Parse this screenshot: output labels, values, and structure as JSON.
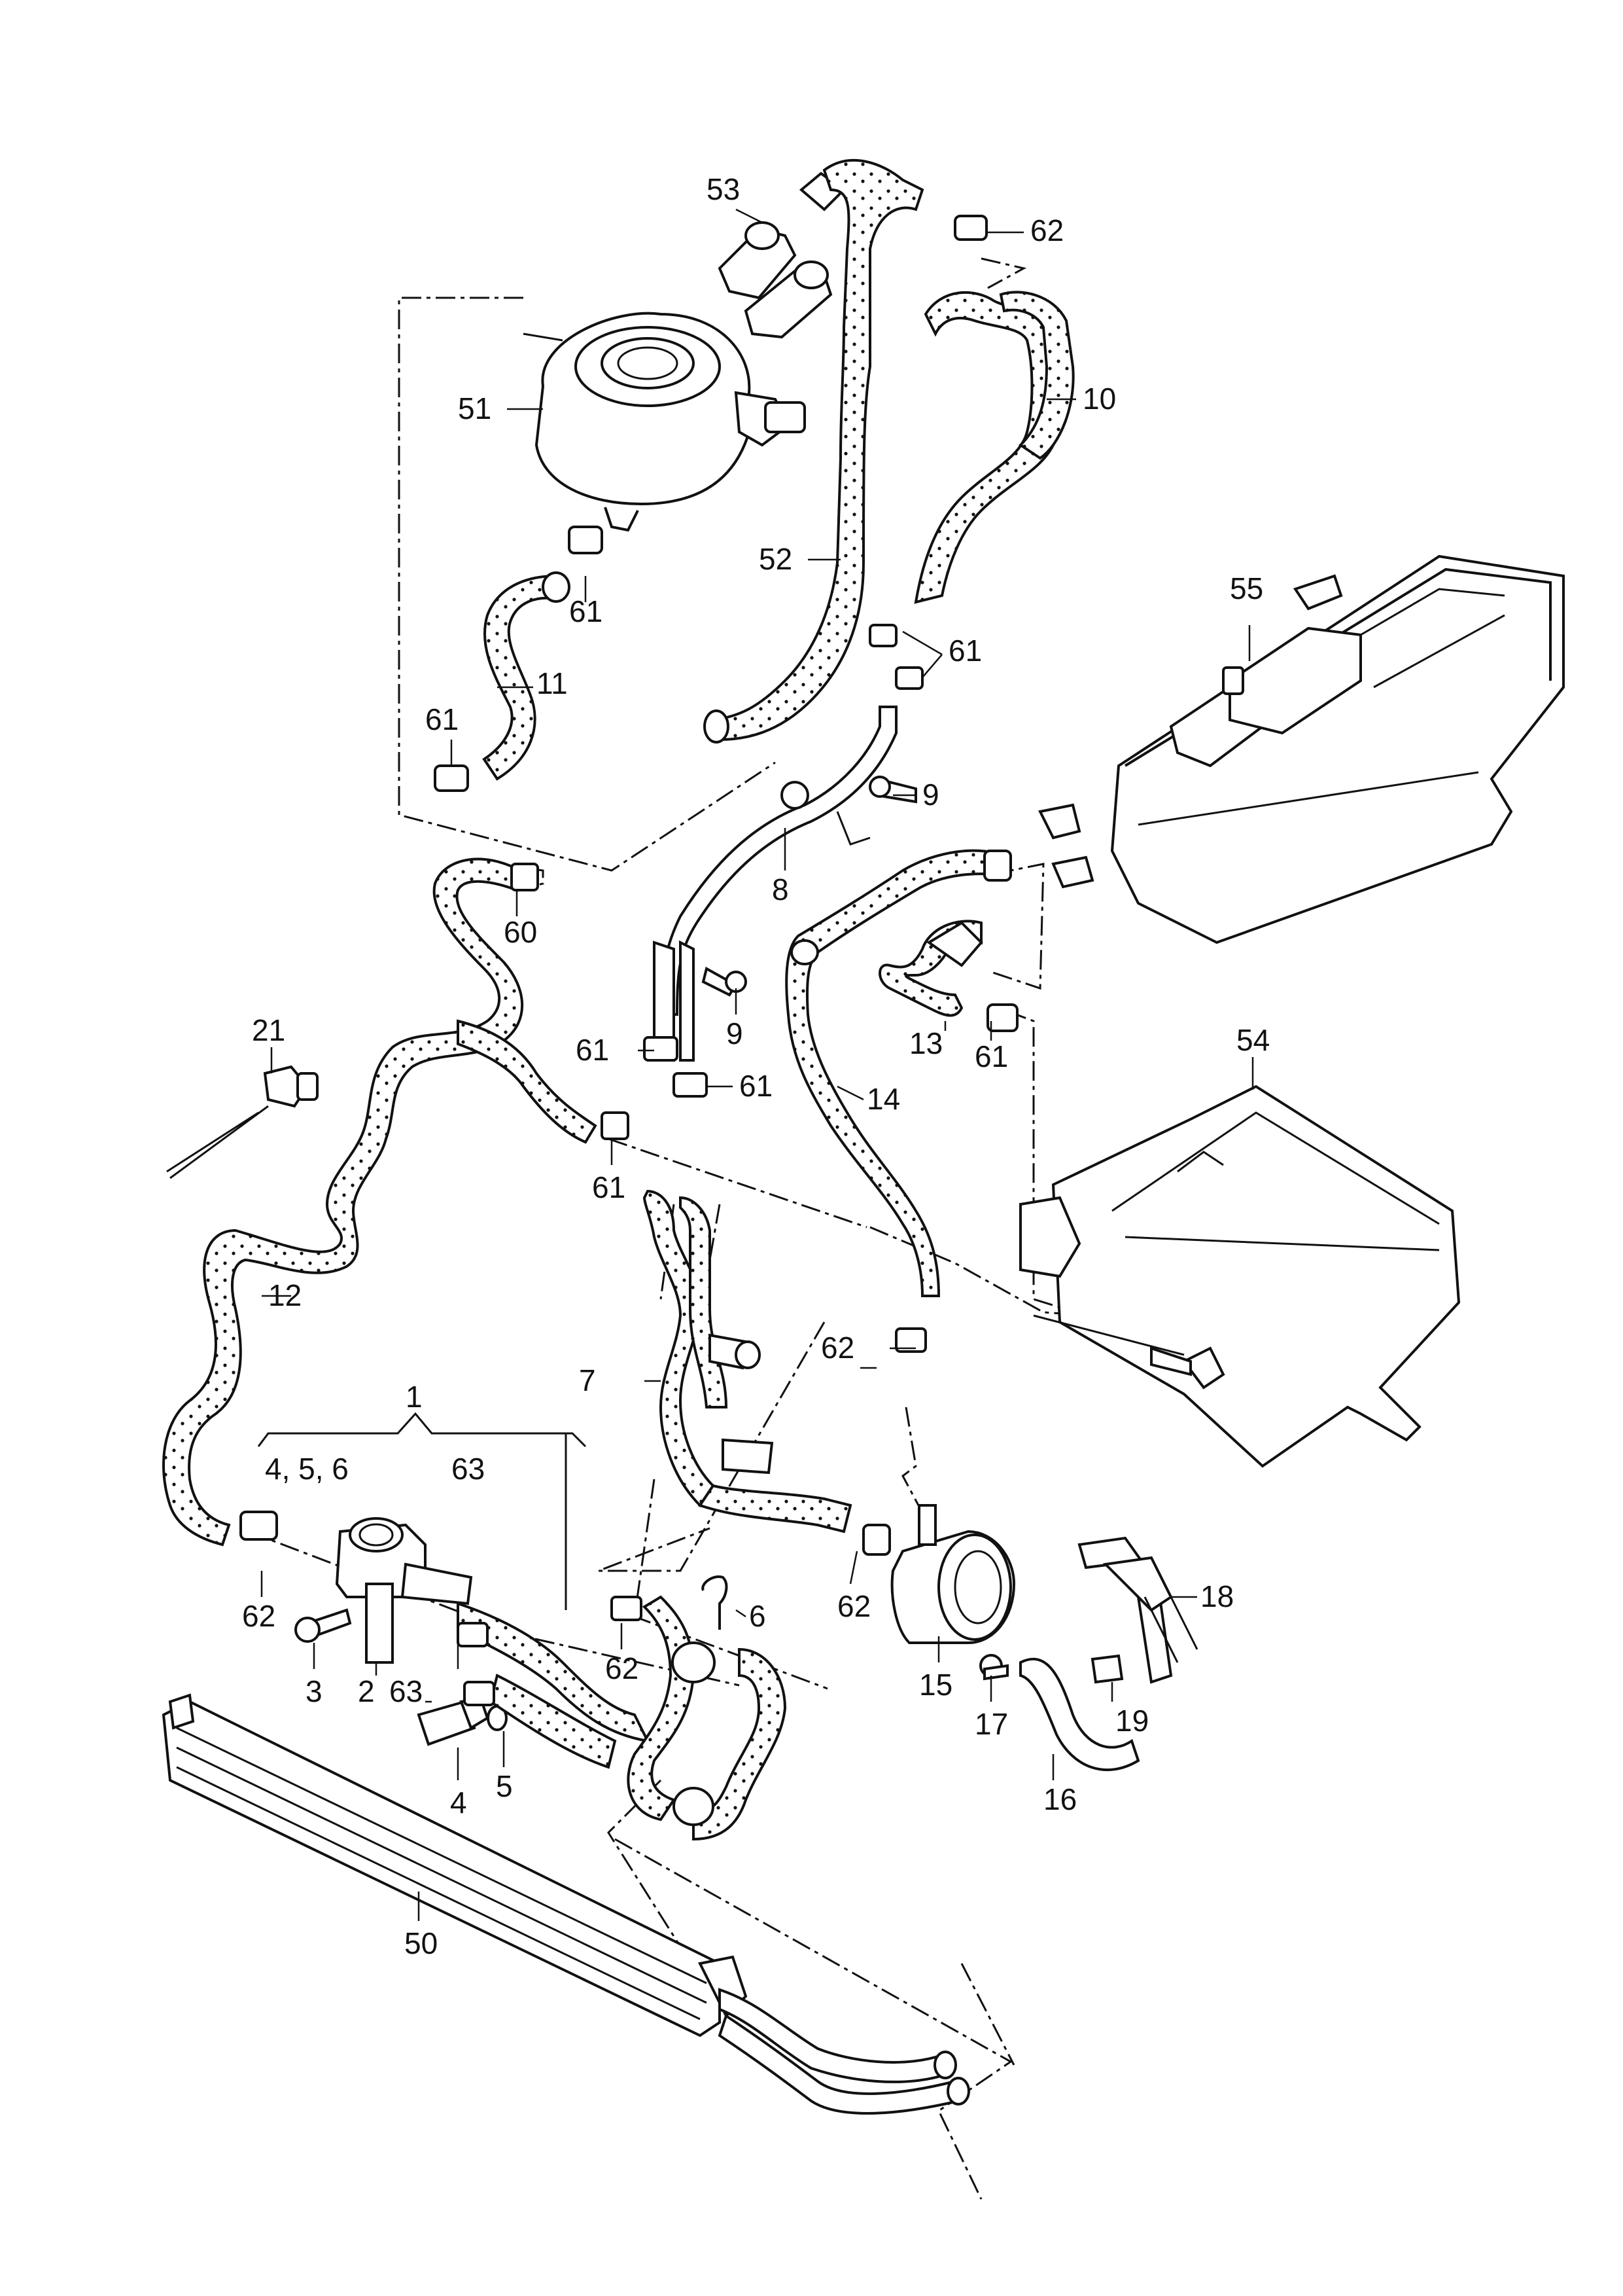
{
  "diagram": {
    "callouts": {
      "c1": "1",
      "c2": "2",
      "c3": "3",
      "c4": "4",
      "c456": "4, 5, 6",
      "c5": "5",
      "c6": "6",
      "c7": "7",
      "c8": "8",
      "c9a": "9",
      "c9b": "9",
      "c10": "10",
      "c11": "11",
      "c12": "12",
      "c13": "13",
      "c14": "14",
      "c15": "15",
      "c16": "16",
      "c17": "17",
      "c18": "18",
      "c19": "19",
      "c21": "21",
      "c50": "50",
      "c51": "51",
      "c52": "52",
      "c53": "53",
      "c54": "54",
      "c55": "55",
      "c60": "60",
      "c61a": "61",
      "c61b": "61",
      "c61c": "61",
      "c61d": "61",
      "c61e": "61",
      "c61f": "61",
      "c61g": "61",
      "c62a": "62",
      "c62b": "62",
      "c62c": "62",
      "c62d": "62",
      "c62e": "62",
      "c63a": "63",
      "c63b": "63"
    }
  }
}
